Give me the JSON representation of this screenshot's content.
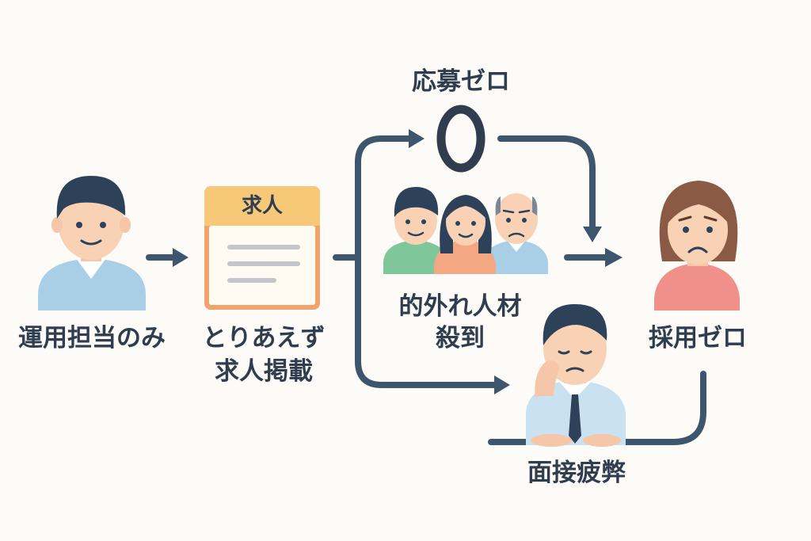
{
  "steps": {
    "operator_only": "運用担当のみ",
    "post_job_line1": "とりあえず",
    "post_job_line2": "求人掲載",
    "job_card_title": "求人",
    "zero_applicants_title": "応募ゼロ",
    "zero_digit": "0",
    "mismatch_line1": "的外れ人材",
    "mismatch_line2": "殺到",
    "zero_hires": "採用ゼロ",
    "interview_fatigue": "面接疲弊"
  },
  "colors": {
    "arrow": "#3e556e",
    "card_header": "#f6c878",
    "card_border": "#f0a36b",
    "skin": "#f9d2b6",
    "hair": "#2d4158",
    "shirt_blue": "#a8cfe6",
    "shirt_green": "#7fc79a",
    "shirt_orange": "#f3a883",
    "shirt_pink": "#f0908a",
    "woman_hair": "#8b5a44"
  }
}
